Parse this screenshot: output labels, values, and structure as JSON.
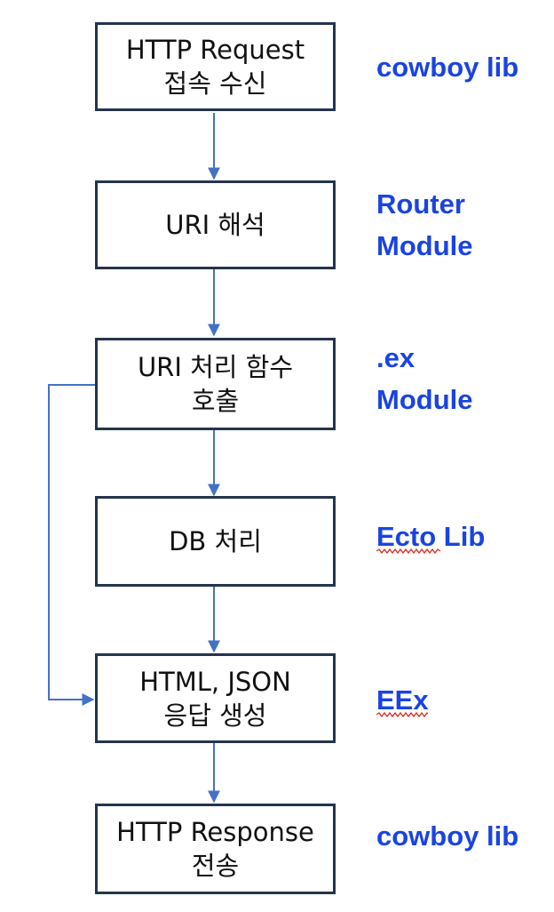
{
  "steps": [
    {
      "lines": [
        "HTTP Request",
        "접속 수신"
      ]
    },
    {
      "lines": [
        "URI 해석"
      ]
    },
    {
      "lines": [
        "URI 처리 함수",
        "호출"
      ]
    },
    {
      "lines": [
        "DB 처리"
      ]
    },
    {
      "lines": [
        "HTML, JSON",
        "응답 생성"
      ]
    },
    {
      "lines": [
        "HTTP Response",
        "전송"
      ]
    }
  ],
  "annotations": [
    {
      "lines": [
        "cowboy lib"
      ]
    },
    {
      "lines": [
        "Router",
        "Module"
      ]
    },
    {
      "lines": [
        ".ex",
        "Module"
      ]
    },
    {
      "lines": [
        "Ecto Lib"
      ]
    },
    {
      "lines": [
        "EEx"
      ]
    },
    {
      "lines": [
        "cowboy lib"
      ]
    }
  ],
  "colors": {
    "box_border": "#24344f",
    "arrow": "#4472c4",
    "annotation_text": "#1a44e0",
    "spellcheck_underline": "#e0281e"
  }
}
